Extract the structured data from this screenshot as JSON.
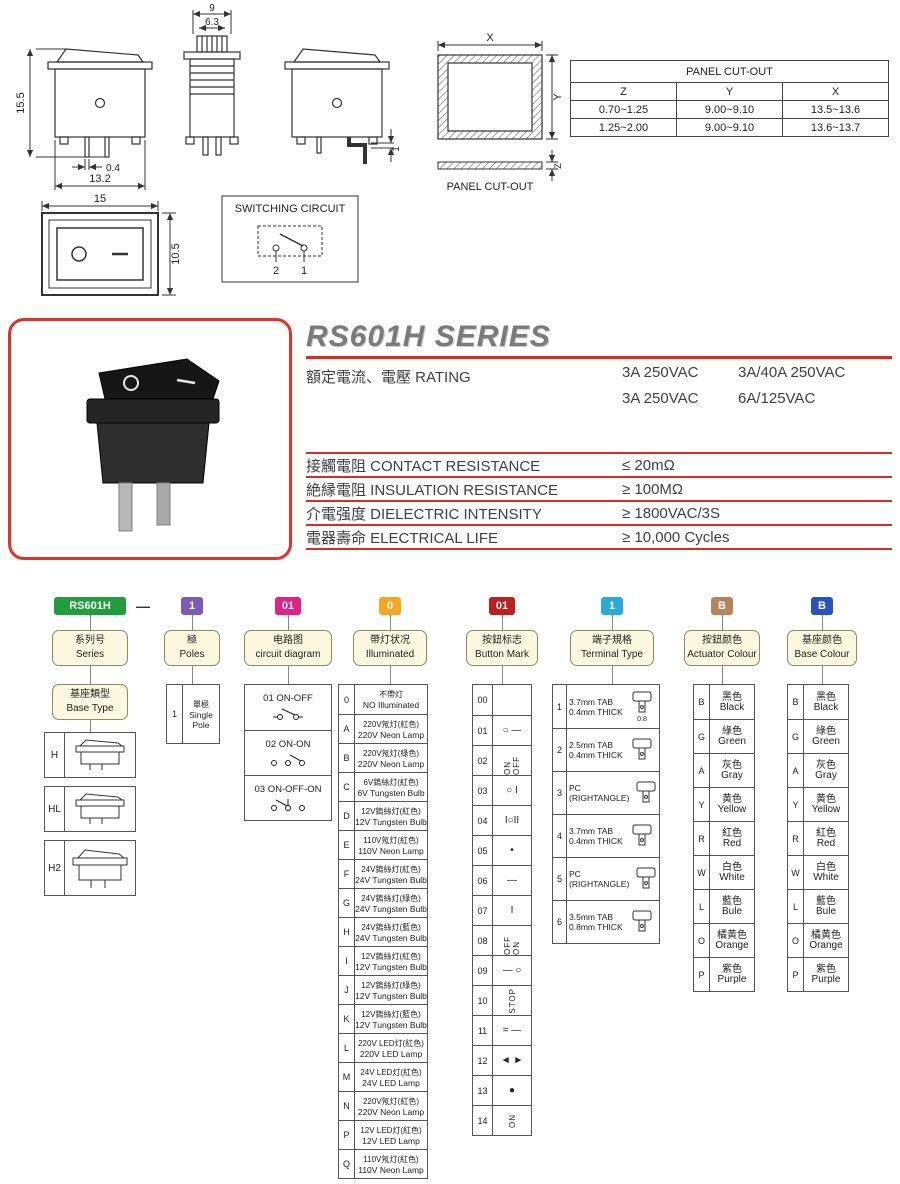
{
  "drawings": {
    "side_view": {
      "dim_height": "15.5",
      "dim_width": "13.2",
      "dim_pin": "0.4"
    },
    "top_view": {
      "dim_outer": "9",
      "dim_inner": "6.3"
    },
    "bent_view": {
      "dim_pin": "1"
    },
    "front_view": {
      "dim_width": "15",
      "dim_height": "10.5"
    },
    "switching_circuit": {
      "title": "SWITCHING CIRCUIT",
      "pin_left": "2",
      "pin_right": "1"
    },
    "cutout": {
      "dim_x": "X",
      "dim_y": "Y",
      "dim_z": "Z",
      "label": "PANEL CUT-OUT"
    },
    "cutout_table": {
      "title": "PANEL CUT-OUT",
      "headers": [
        "Z",
        "Y",
        "X"
      ],
      "rows": [
        [
          "0.70~1.25",
          "9.00~9.10",
          "13.5~13.6"
        ],
        [
          "1.25~2.00",
          "9.00~9.10",
          "13.6~13.7"
        ]
      ]
    }
  },
  "series": {
    "title": "RS601H SERIES",
    "rating": {
      "label": "額定電流、電壓 RATING",
      "rows": [
        [
          "3A 250VAC",
          "3A/40A 250VAC"
        ],
        [
          "3A 250VAC",
          "6A/125VAC"
        ]
      ]
    },
    "specs": [
      {
        "label": "接觸電阻 CONTACT RESISTANCE",
        "value": "≤ 20mΩ"
      },
      {
        "label": "絶縁電阻 INSULATION RESISTANCE",
        "value": "≥ 100MΩ"
      },
      {
        "label": "介電强度 DIELECTRIC INTENSITY",
        "value": "≥ 1800VAC/3S"
      },
      {
        "label": "電器壽命 ELECTRICAL LIFE",
        "value": "≥ 10,000 Cycles"
      }
    ],
    "accent_color": "#dd2b20"
  },
  "ordering": {
    "dash": "—",
    "columns": {
      "series": {
        "code": "RS601H",
        "chip_color": "#1f9e3a",
        "title_cn": "系列号",
        "title_en": "Series",
        "base_title_cn": "基座類型",
        "base_title_en": "Base Type",
        "types": [
          {
            "code": "H"
          },
          {
            "code": "HL"
          },
          {
            "code": "H2"
          }
        ]
      },
      "poles": {
        "code": "1",
        "chip_color": "#7a5bb5",
        "title_cn": "極",
        "title_en": "Poles",
        "items": [
          {
            "code": "1",
            "cn": "單極",
            "en": "Single Pole"
          }
        ]
      },
      "circuit": {
        "code": "01",
        "chip_color": "#e0218a",
        "title_cn": "电路图",
        "title_en": "circuit diagram",
        "items": [
          {
            "code": "01",
            "label": "ON-OFF"
          },
          {
            "code": "02",
            "label": "ON-ON"
          },
          {
            "code": "03",
            "label": "ON-OFF-ON"
          }
        ]
      },
      "illuminated": {
        "code": "0",
        "chip_color": "#f5a623",
        "title_cn": "帶灯状况",
        "title_en": "Illuminated",
        "items": [
          {
            "code": "0",
            "cn": "不帶灯",
            "en": "NO Illuminated"
          },
          {
            "code": "A",
            "cn": "220V氖灯(紅色)",
            "en": "220V Neon Lamp"
          },
          {
            "code": "B",
            "cn": "220V氖灯(綠色)",
            "en": "220V Neon Lamp"
          },
          {
            "code": "C",
            "cn": "6V鎢絲灯(紅色)",
            "en": "6V Tungsten Bulb"
          },
          {
            "code": "D",
            "cn": "12V鎢絲灯(紅色)",
            "en": "12V Tungsten Bulb"
          },
          {
            "code": "E",
            "cn": "110V氖灯(紅色)",
            "en": "110V Neon Lamp"
          },
          {
            "code": "F",
            "cn": "24V鎢絲灯(紅色)",
            "en": "24V Tungsten Bulb"
          },
          {
            "code": "G",
            "cn": "24V鎢絲灯(綠色)",
            "en": "24V Tungsten Bulb"
          },
          {
            "code": "H",
            "cn": "24V鎢絲灯(藍色)",
            "en": "24V Tungsten Bulb"
          },
          {
            "code": "I",
            "cn": "12V鎢絲灯(紅色)",
            "en": "12V Tungsten Bulb"
          },
          {
            "code": "J",
            "cn": "12V鎢絲灯(綠色)",
            "en": "12V Tungsten Bulb"
          },
          {
            "code": "K",
            "cn": "12V鎢絲灯(藍色)",
            "en": "12V Tungsten Bulb"
          },
          {
            "code": "L",
            "cn": "220V LED灯(紅色)",
            "en": "220V LED Lamp"
          },
          {
            "code": "M",
            "cn": "24V LED灯(紅色)",
            "en": "24V LED Lamp"
          },
          {
            "code": "N",
            "cn": "220V氖灯(紅色)",
            "en": "220V Neon Lamp"
          },
          {
            "code": "P",
            "cn": "12V LED灯(紅色)",
            "en": "12V LED Lamp"
          },
          {
            "code": "Q",
            "cn": "110V氖灯(紅色)",
            "en": "110V Neon Lamp"
          }
        ]
      },
      "button_mark": {
        "code": "01",
        "chip_color": "#bb1f1f",
        "title_cn": "按鈕标志",
        "title_en": "Button Mark",
        "items": [
          {
            "code": "00",
            "mark": "",
            "cls": ""
          },
          {
            "code": "01",
            "mark": "○ —",
            "cls": ""
          },
          {
            "code": "02",
            "mark": "ON OFF",
            "cls": "rot"
          },
          {
            "code": "03",
            "mark": "○ I",
            "cls": ""
          },
          {
            "code": "04",
            "mark": "I○II",
            "cls": ""
          },
          {
            "code": "05",
            "mark": "•",
            "cls": ""
          },
          {
            "code": "06",
            "mark": "—",
            "cls": ""
          },
          {
            "code": "07",
            "mark": "I",
            "cls": ""
          },
          {
            "code": "08",
            "mark": "OFF ON",
            "cls": "rot"
          },
          {
            "code": "09",
            "mark": "— ○",
            "cls": ""
          },
          {
            "code": "10",
            "mark": "STOP",
            "cls": "rot"
          },
          {
            "code": "11",
            "mark": "= —",
            "cls": ""
          },
          {
            "code": "12",
            "mark": "◄ ►",
            "cls": ""
          },
          {
            "code": "13",
            "mark": "●",
            "cls": ""
          },
          {
            "code": "14",
            "mark": "ON",
            "cls": "rot"
          }
        ]
      },
      "terminal": {
        "code": "1",
        "chip_color": "#2aa9e0",
        "title_cn": "端子規格",
        "title_en": "Terminal Type",
        "items": [
          {
            "code": "1",
            "line1": "3.7mm TAB",
            "line2": "0.4mm THICK",
            "note": "0.8"
          },
          {
            "code": "2",
            "line1": "2.5mm TAB",
            "line2": "0.4mm THICK",
            "note": ""
          },
          {
            "code": "3",
            "line1": "PC",
            "line2": "(RIGHTANGLE)",
            "note": ""
          },
          {
            "code": "4",
            "line1": "3.7mm TAB",
            "line2": "0.4mm THICK",
            "note": ""
          },
          {
            "code": "5",
            "line1": "PC",
            "line2": "(RIGHTANGLE)",
            "note": ""
          },
          {
            "code": "6",
            "line1": "3.5mm TAB",
            "line2": "0.8mm THICK",
            "note": ""
          }
        ]
      },
      "actuator_colour": {
        "code": "B",
        "chip_color": "#b5855a",
        "title_cn": "按鈕颜色",
        "title_en": "Actuator Colour",
        "items": [
          {
            "code": "B",
            "cn": "黑色",
            "en": "Black"
          },
          {
            "code": "G",
            "cn": "綠色",
            "en": "Green"
          },
          {
            "code": "A",
            "cn": "灰色",
            "en": "Gray"
          },
          {
            "code": "Y",
            "cn": "黄色",
            "en": "Yellow"
          },
          {
            "code": "R",
            "cn": "紅色",
            "en": "Red"
          },
          {
            "code": "W",
            "cn": "白色",
            "en": "White"
          },
          {
            "code": "L",
            "cn": "藍色",
            "en": "Bule"
          },
          {
            "code": "O",
            "cn": "橘黄色",
            "en": "Orange"
          },
          {
            "code": "P",
            "cn": "紫色",
            "en": "Purple"
          }
        ]
      },
      "base_colour": {
        "code": "B",
        "chip_color": "#2a52be",
        "title_cn": "基座颜色",
        "title_en": "Base Colour",
        "items": [
          {
            "code": "B",
            "cn": "黑色",
            "en": "Black"
          },
          {
            "code": "G",
            "cn": "綠色",
            "en": "Green"
          },
          {
            "code": "A",
            "cn": "灰色",
            "en": "Gray"
          },
          {
            "code": "Y",
            "cn": "黄色",
            "en": "Yellow"
          },
          {
            "code": "R",
            "cn": "紅色",
            "en": "Red"
          },
          {
            "code": "W",
            "cn": "白色",
            "en": "White"
          },
          {
            "code": "L",
            "cn": "藍色",
            "en": "Bule"
          },
          {
            "code": "O",
            "cn": "橘黄色",
            "en": "Orange"
          },
          {
            "code": "P",
            "cn": "紫色",
            "en": "Purple"
          }
        ]
      }
    }
  }
}
